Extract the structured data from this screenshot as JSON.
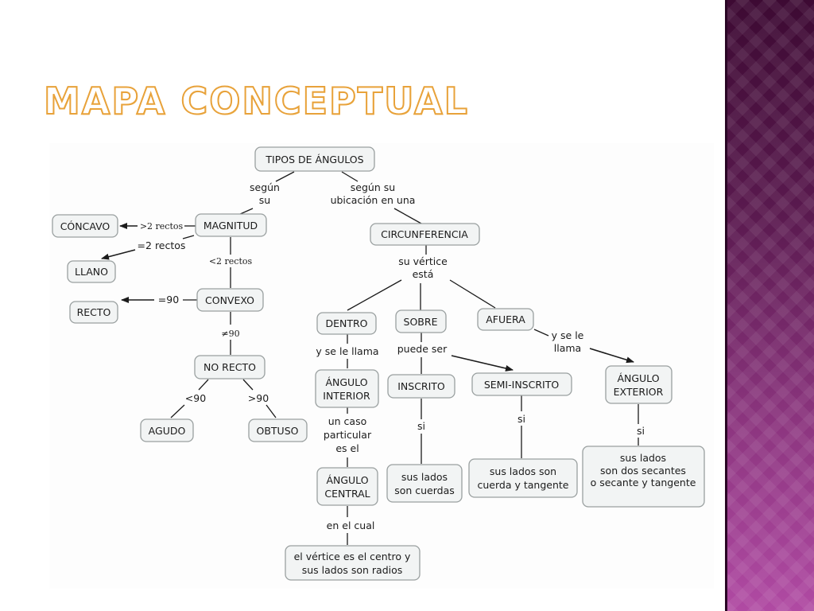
{
  "title": "Mapa conceptual",
  "nodes": {
    "tipos": "TIPOS DE ÁNGULOS",
    "magnitud": "MAGNITUD",
    "circunferencia": "CIRCUNFERENCIA",
    "concavo": "CÓNCAVO",
    "llano": "LLANO",
    "recto": "RECTO",
    "convexo": "CONVEXO",
    "no_recto": "NO RECTO",
    "agudo": "AGUDO",
    "obtuso": "OBTUSO",
    "dentro": "DENTRO",
    "sobre": "SOBRE",
    "afuera": "AFUERA",
    "angulo_interior": [
      "ÁNGULO",
      "INTERIOR"
    ],
    "inscrito": "INSCRITO",
    "semi_inscrito": "SEMI-INSCRITO",
    "angulo_exterior": [
      "ÁNGULO",
      "EXTERIOR"
    ],
    "angulo_central": [
      "ÁNGULO",
      "CENTRAL"
    ],
    "sus_lados_cuerdas": [
      "sus lados",
      "son cuerdas"
    ],
    "sus_lados_cuerda_tangente": [
      "sus lados son",
      "cuerda y tangente"
    ],
    "sus_lados_secantes": [
      "sus lados",
      "son dos secantes",
      "o secante y tangente"
    ],
    "vertice_centro": [
      "el vértice es el centro y",
      "sus lados son radios"
    ]
  },
  "links": {
    "segun_su": [
      "según",
      "su"
    ],
    "segun_ubicacion": [
      "según su",
      "ubicación en una"
    ],
    "mayor_2_rectos": ">2 rectos",
    "igual_2_rectos": "=2 rectos",
    "menor_2_rectos": "<2 rectos",
    "igual_90": "=90",
    "distinto_90": "≠90",
    "menor_90": "<90",
    "mayor_90": ">90",
    "su_vertice_esta": [
      "su vértice",
      "está"
    ],
    "se_le_llama": "y se le llama",
    "puede_ser": "puede ser",
    "y_se_le_llama": [
      "y se le",
      "llama"
    ],
    "un_caso_particular": [
      "un caso",
      "particular",
      "es el"
    ],
    "si_1": "si",
    "si_2": "si",
    "si_3": "si",
    "en_el_cual": "en el cual"
  }
}
